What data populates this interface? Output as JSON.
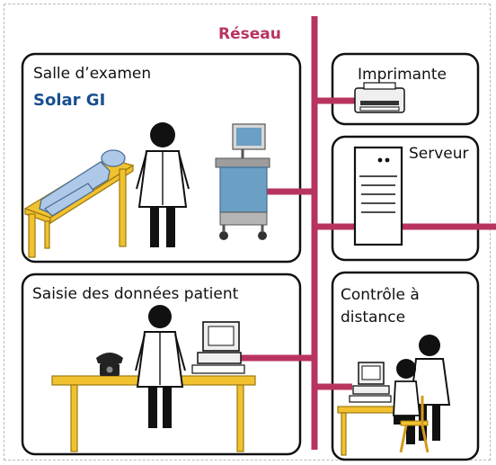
{
  "network": {
    "title": "Réseau"
  },
  "rooms": {
    "exam": {
      "title": "Salle d’examen",
      "brand": "Solar GI"
    },
    "patient_data": {
      "title": "Saisie des données patient"
    },
    "printer": {
      "title": "Imprimante"
    },
    "server": {
      "title": "Serveur"
    },
    "remote": {
      "title_line1": "Contrôle à",
      "title_line2": "distance"
    }
  },
  "colors": {
    "network": "#b8345f",
    "brand": "#1a4f8f",
    "furniture": "#f2c12e",
    "furniture_edge": "#9a7a10",
    "patient": "#aec8e8",
    "equipment": "#6c9fc4"
  }
}
